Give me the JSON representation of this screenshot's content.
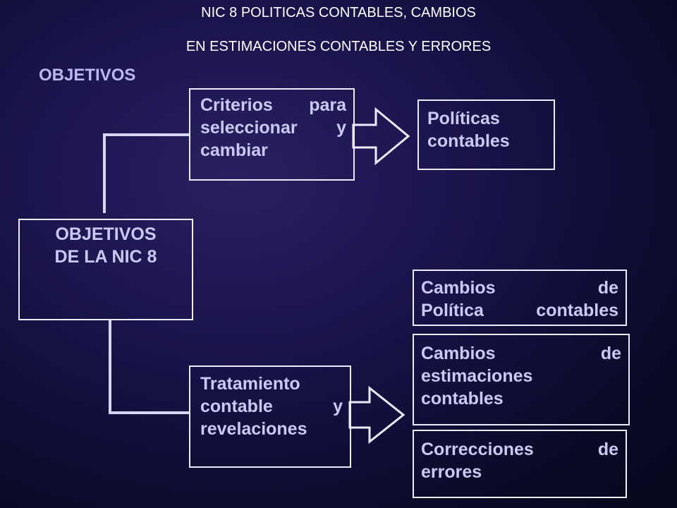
{
  "header": {
    "title_line1": "NIC 8 POLITICAS CONTABLES, CAMBIOS",
    "title_line2": "EN ESTIMACIONES CONTABLES Y ERRORES",
    "section": "OBJETIVOS"
  },
  "diagram": {
    "main_node": {
      "line1": "OBJETIVOS",
      "line2": "DE LA NIC 8"
    },
    "top_branch": {
      "source": {
        "line1": "Criterios para",
        "line2": "seleccionar y",
        "line3": "cambiar"
      },
      "target": {
        "line1": "Políticas",
        "line2": "contables"
      }
    },
    "bottom_branch": {
      "source": {
        "line1": "Tratamiento",
        "line2": "contable y",
        "line3": "revelaciones"
      },
      "targets": [
        {
          "line1": "Cambios de",
          "line2": "Política contables"
        },
        {
          "line1": "Cambios de",
          "line2": "estimaciones",
          "line3": "contables"
        },
        {
          "line1": "Correcciones de",
          "line2": "errores"
        }
      ]
    }
  },
  "colors": {
    "background": "#120f3c",
    "box_border": "#ecebff",
    "box_text": "#c9c9f4",
    "title_text": "#ffffff"
  }
}
